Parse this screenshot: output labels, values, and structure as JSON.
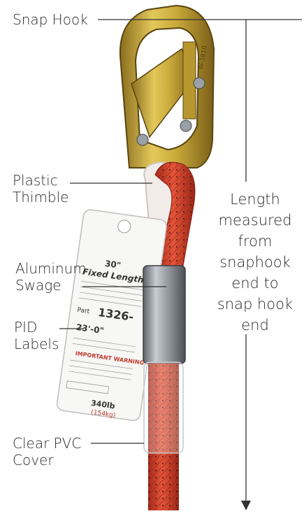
{
  "labels": {
    "snap_hook": "Snap Hook",
    "plastic_thimble": [
      "Plastic",
      "Thimble"
    ],
    "aluminum_swage": [
      "Aluminum",
      "Swage"
    ],
    "pid_labels": [
      "PID",
      "Labels"
    ],
    "clear_pvc_cover": [
      "Clear PVC",
      "Cover"
    ],
    "length_note": [
      "Length",
      "measured",
      "from",
      "snaphook",
      "end to",
      "snap hook",
      "end"
    ]
  },
  "tag": {
    "line1": "30\"",
    "line2": "Fixed Length",
    "part_label": "Part",
    "part_no": "1326-",
    "length": "23'-0\"",
    "warning": "IMPORTANT WARNING",
    "capacity": "340lb",
    "capacity_kg": "(154kg)"
  },
  "hook_marking": "W-3810",
  "colors": {
    "hook_gold": "#c9a93a",
    "rope_red": "#d8442c",
    "swage_silver": "#9aa0a6",
    "line": "#333333"
  }
}
